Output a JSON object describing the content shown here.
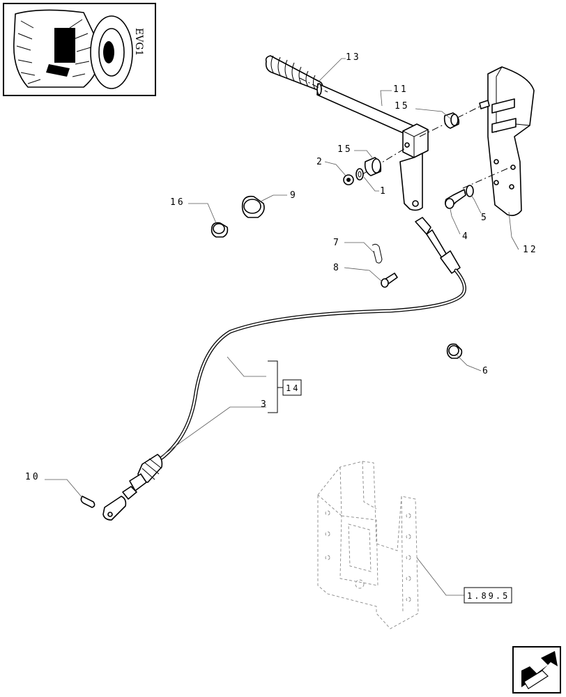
{
  "thumbnail": {
    "text": "EVG1"
  },
  "callouts": {
    "c1": "1",
    "c2": "2",
    "c3": "3",
    "c4": "4",
    "c5": "5",
    "c6": "6",
    "c7": "7",
    "c8": "8",
    "c9": "9",
    "c10": "10",
    "c11": "11",
    "c12": "12",
    "c13": "13",
    "c15a": "15",
    "c15b": "15",
    "c16": "16"
  },
  "references": {
    "group_box": "14",
    "page_ref": "1.89.5"
  },
  "icons": {
    "thumbnail": "tractor-rear-thumbnail-icon",
    "next_page": "next-page-arrow-icon"
  }
}
